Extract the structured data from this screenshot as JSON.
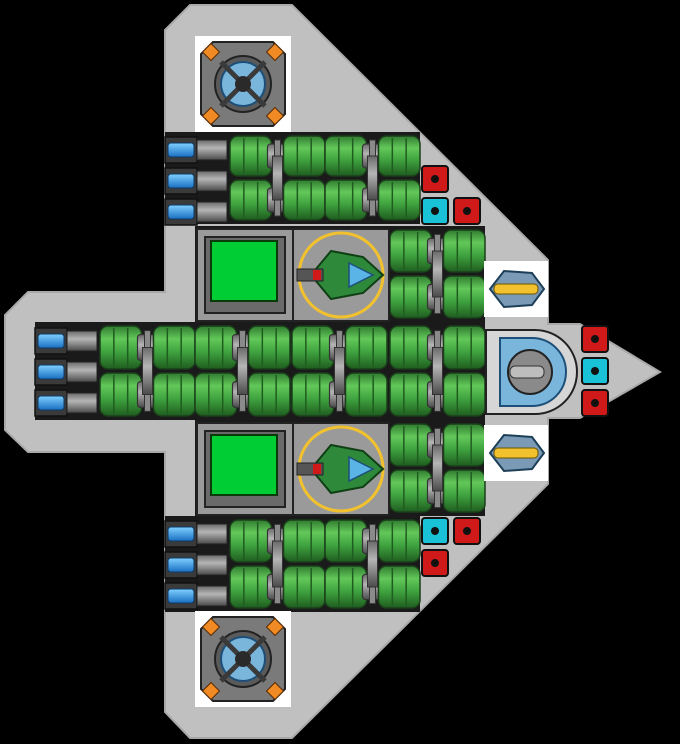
{
  "scene": {
    "background_color": "#000000",
    "hull_color": "#c0c0c0",
    "pipe_color": "#3fa33f",
    "metal_color": "#8a8a8a",
    "dark_metal": "#444444",
    "accent_red": "#d01a1a",
    "accent_cyan": "#19c2d6",
    "accent_orange": "#f08a24",
    "screen_green": "#00cc33",
    "accent_yellow": "#f2c22e",
    "accent_blue": "#2a7fd6"
  },
  "modules": {
    "shield_generators": [
      "shield-generator-top",
      "shield-generator-bottom"
    ],
    "weapon_turrets": [
      "weapon-turret-upper",
      "weapon-turret-lower"
    ],
    "cockpit": "cockpit",
    "storage_blocks": [
      "storage-block-upper",
      "storage-block-lower"
    ],
    "missile_launchers": [
      "missile-launcher-upper",
      "missile-launcher-lower"
    ]
  }
}
